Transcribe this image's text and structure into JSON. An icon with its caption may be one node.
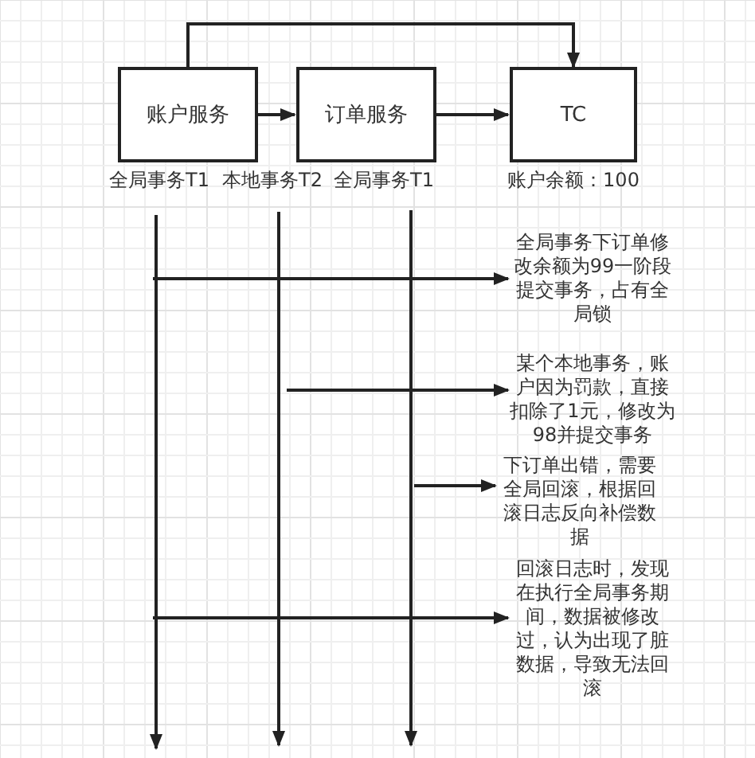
{
  "diagram": {
    "nodes": [
      {
        "text": [
          "账户服务"
        ]
      },
      {
        "text": [
          "订单服务"
        ]
      },
      {
        "text": [
          "TC"
        ],
        "beside": [
          "账户余额：100"
        ]
      },
      {
        "text": [
          "全局事务T1"
        ]
      },
      {
        "text": [
          "本地事务T2"
        ]
      },
      {
        "text": [
          "全局事务T1"
        ]
      },
      {
        "text": [
          "全局事务下订单修改余额为99一阶段提交事务，占有全局锁"
        ]
      },
      {
        "text": [
          "某个本地事务，账户因为罚款，直接扣除了1元，修改为98并提交事务"
        ]
      },
      {
        "text": [
          "下订单出错，需要全局回滚，根据回滚日志反向补偿数据"
        ]
      },
      {
        "text": [
          "回滚日志时，发现在执行全局事务期间，数据被修改过，认为出现了脏数据，导致无法回滚"
        ]
      }
    ],
    "edges": [
      {
        "from": 0,
        "to": 1,
        "arrow": "to"
      },
      {
        "from": 1,
        "to": 2,
        "arrow": "to"
      },
      {
        "from": 0,
        "to": 2,
        "arrow": "to"
      },
      {
        "from": 3,
        "to": null,
        "arrow": "to"
      },
      {
        "from": 4,
        "to": null,
        "arrow": "to"
      },
      {
        "from": 5,
        "to": null,
        "arrow": "to"
      },
      {
        "from": null,
        "to": 6,
        "arrow": "to"
      },
      {
        "from": null,
        "to": 7,
        "arrow": "to"
      },
      {
        "from": null,
        "to": 8,
        "arrow": "to"
      },
      {
        "from": null,
        "to": 9,
        "arrow": "to"
      }
    ]
  }
}
